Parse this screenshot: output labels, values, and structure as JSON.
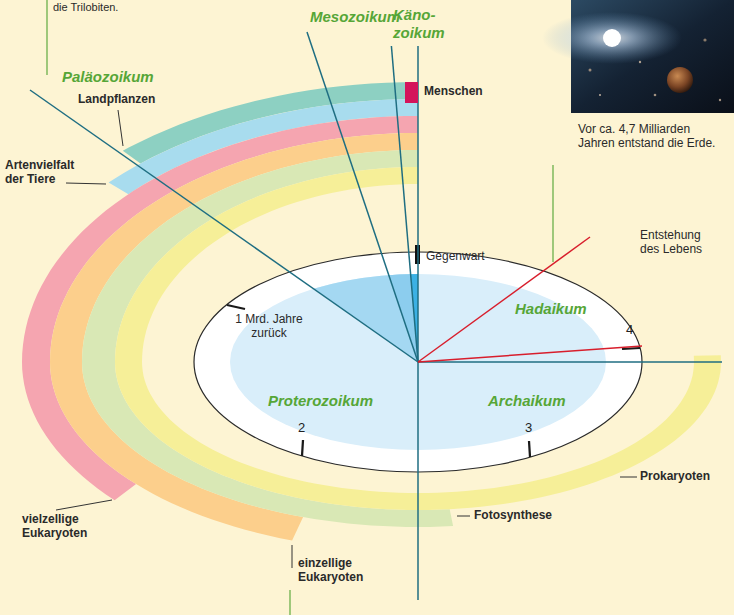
{
  "diagram": {
    "labels": [
      "die Trilobiten.",
      "Paläozoikum",
      "Mesozoikum",
      "Käno- zoikum",
      "Menschen",
      "Landpflanzen",
      "Artenvielfalt der Tiere",
      "Vor ca. 4,7 Milliarden Jahren entstand die Erde.",
      "Gegenwart",
      "Hadaikum",
      "Entstehung des Lebens",
      "4",
      "1 Mrd. Jahre zurück",
      "Proterozoikum",
      "Archaikum",
      "2",
      "3",
      "Prokaryoten",
      "vielzellige Eukaryoten",
      "Fotosynthese",
      "einzellige Eukaryoten"
    ]
  }
}
